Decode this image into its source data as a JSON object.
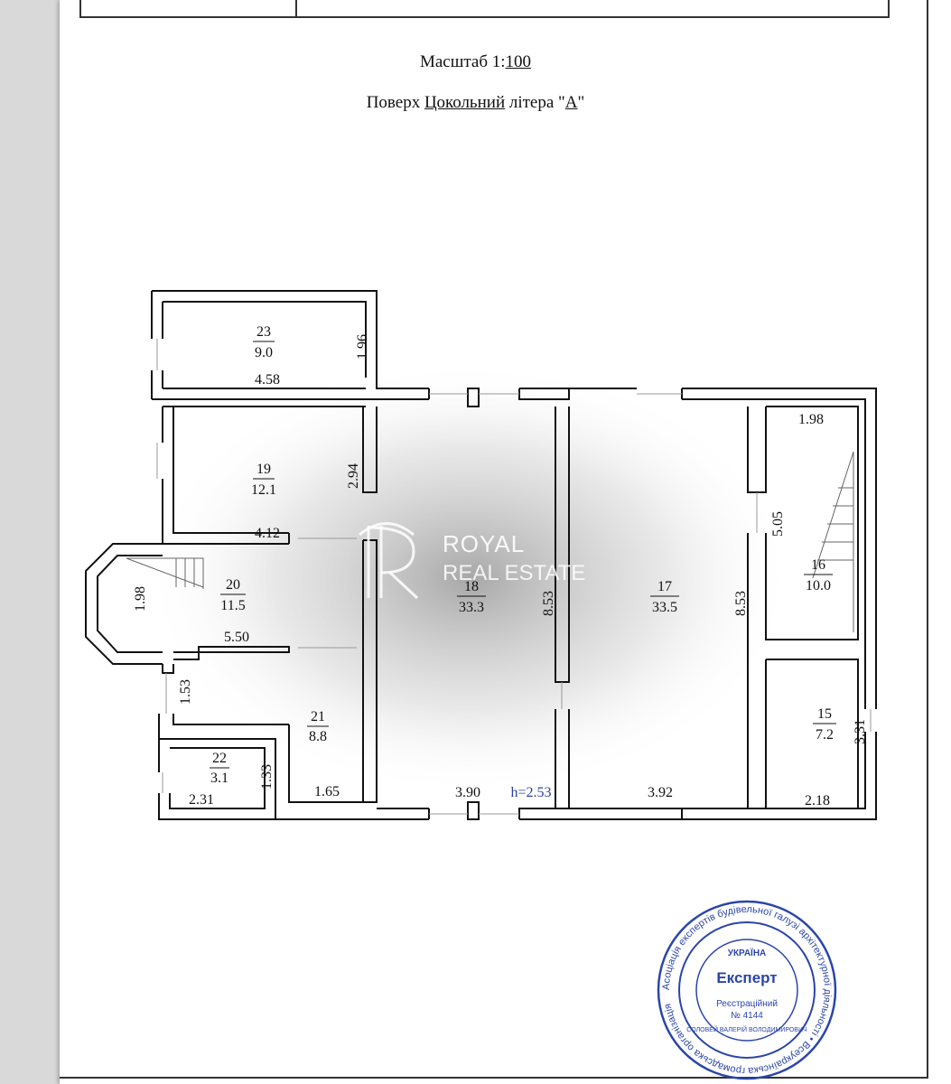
{
  "header": {
    "scale_label": "Масштаб 1:",
    "scale_value": "100",
    "floor_prefix": "Поверх ",
    "floor_name": "Цокольний",
    "letter_prefix": " літера \"",
    "letter_value": "А",
    "letter_suffix": "\""
  },
  "rooms": [
    {
      "number": "23",
      "area": "9.0"
    },
    {
      "number": "19",
      "area": "12.1"
    },
    {
      "number": "20",
      "area": "11.5"
    },
    {
      "number": "21",
      "area": "8.8"
    },
    {
      "number": "22",
      "area": "3.1"
    },
    {
      "number": "18",
      "area": "33.3"
    },
    {
      "number": "17",
      "area": "33.5"
    },
    {
      "number": "16",
      "area": "10.0"
    },
    {
      "number": "15",
      "area": "7.2"
    }
  ],
  "dimensions": {
    "d458": "4.58",
    "d196": "1.96",
    "d294": "2.94",
    "d412": "4.12",
    "d198a": "1.98",
    "d550": "5.50",
    "d153": "1.53",
    "d133": "1.33",
    "d231": "2.31",
    "d165": "1.65",
    "d390": "3.90",
    "d853a": "8.53",
    "d392": "3.92",
    "d853b": "8.53",
    "d198b": "1.98",
    "d505": "5.05",
    "d331": "3.31",
    "d218": "2.18"
  },
  "height_label": "h=2.53",
  "watermark": {
    "title": "ROYAL",
    "subtitle": "REAL ESTATE"
  },
  "stamp": {
    "country": "УКРАЇНА",
    "title": "Експерт",
    "reg_label": "Реєстраційний",
    "reg_number": "№ 4144",
    "name": "СОЛОВЕЙ ВАЛЕРІЙ ВОЛОДИМИРОВИЧ",
    "ring_text": "Асоціація експертів будівельної галузі архітектурної діяльності • Всеукраїнська громадська організація"
  },
  "colors": {
    "ink": "#111111",
    "stamp": "#2b45a8",
    "height": "#2a3fa0"
  }
}
